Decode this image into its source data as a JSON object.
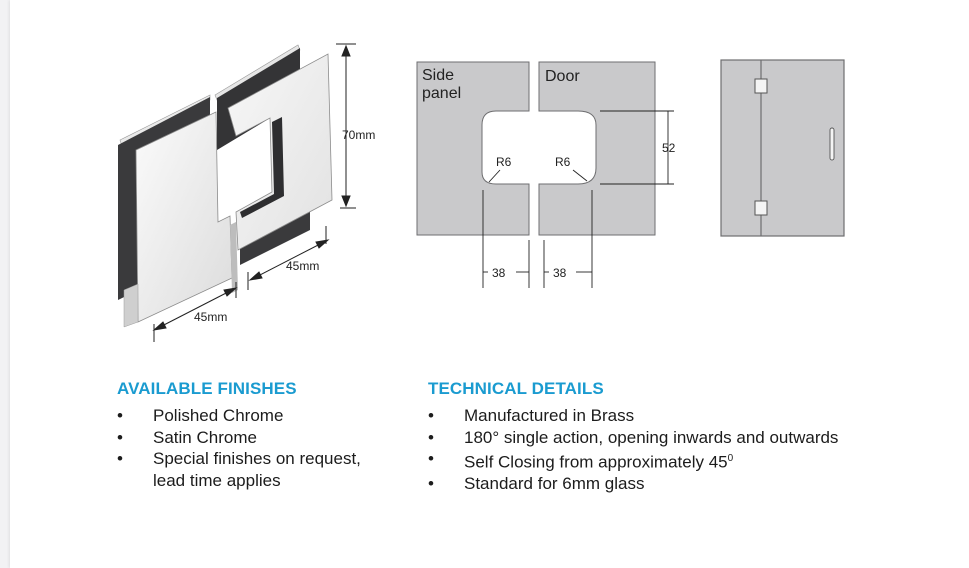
{
  "hinge_drawing": {
    "height_dim": "70mm",
    "depth_dim_right": "45mm",
    "depth_dim_left": "45mm"
  },
  "cutout_drawing": {
    "label_side": "Side",
    "label_panel": "panel",
    "label_door": "Door",
    "radius_left": "R6",
    "radius_right": "R6",
    "height_dim": "52",
    "width_dim_left": "38",
    "width_dim_right": "38"
  },
  "finishes": {
    "heading": "AVAILABLE FINISHES",
    "items": [
      {
        "text": "Polished Chrome"
      },
      {
        "text": "Satin Chrome"
      },
      {
        "text": "Special finishes on request,",
        "cont": "lead time applies"
      }
    ]
  },
  "technical": {
    "heading": "TECHNICAL DETAILS",
    "items": [
      {
        "text": "Manufactured in Brass"
      },
      {
        "text": "180° single action, opening inwards and outwards"
      },
      {
        "text": "Self Closing from approximately 45",
        "sup": "0"
      },
      {
        "text": "Standard for 6mm glass"
      }
    ]
  },
  "colors": {
    "heading": "#1a9bd0",
    "panel_gray": "#c9c9cb",
    "glass_dark": "#2e2e30"
  }
}
